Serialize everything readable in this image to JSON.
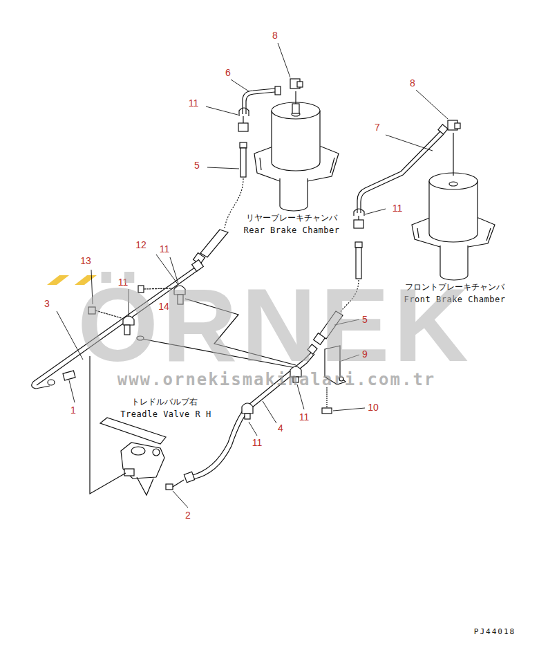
{
  "diagram": {
    "labels": [
      "8",
      "6",
      "11",
      "5",
      "リヤーブレーキチャンバ",
      "Rear Brake Chamber",
      "8",
      "7",
      "11",
      "12",
      "11",
      "13",
      "11",
      "14",
      "フロントブレーキチャンバ",
      "Front Brake Chamber",
      "3",
      "ÖRNEK",
      "www.ornekismakinalari.com.tr",
      "5",
      "9",
      "1",
      "トレドルバルブ右",
      "Treadle Valve R H",
      "10",
      "4",
      "11",
      "11",
      "2",
      "PJ44018"
    ]
  }
}
